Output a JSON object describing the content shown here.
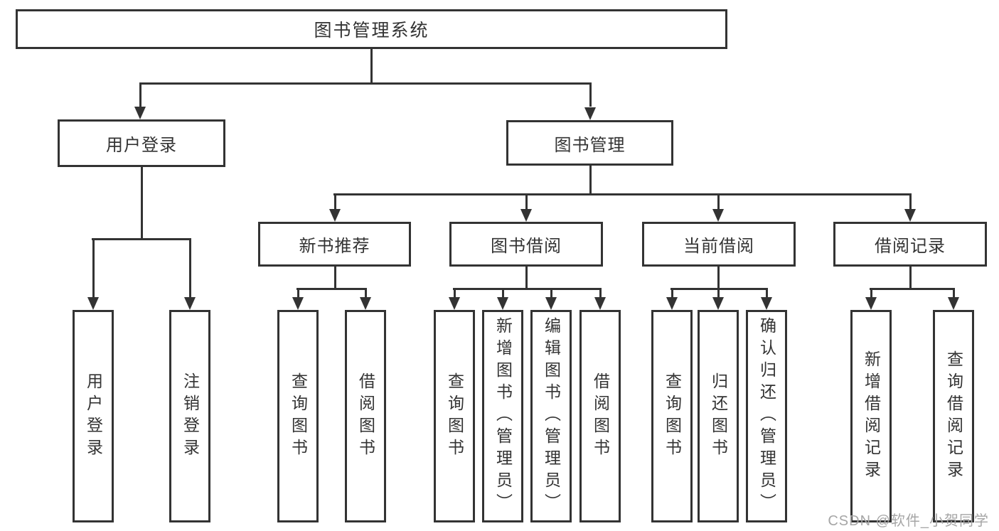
{
  "diagram": {
    "root": {
      "label": "图书管理系统"
    },
    "branches": [
      {
        "label": "用户登录",
        "children": [
          {
            "label": "用户登录"
          },
          {
            "label": "注销登录"
          }
        ]
      },
      {
        "label": "图书管理",
        "children": [
          {
            "label": "新书推荐",
            "children": [
              {
                "label": "查询图书"
              },
              {
                "label": "借阅图书"
              }
            ]
          },
          {
            "label": "图书借阅",
            "children": [
              {
                "label": "查询图书"
              },
              {
                "label": "新增图书（管理员）"
              },
              {
                "label": "编辑图书（管理员）"
              },
              {
                "label": "借阅图书"
              }
            ]
          },
          {
            "label": "当前借阅",
            "children": [
              {
                "label": "查询图书"
              },
              {
                "label": "归还图书"
              },
              {
                "label": "确认归还（管理员）"
              }
            ]
          },
          {
            "label": "借阅记录",
            "children": [
              {
                "label": "新增借阅记录"
              },
              {
                "label": "查询借阅记录"
              }
            ]
          }
        ]
      }
    ],
    "watermark": {
      "text": "CSDN @软件_小贺同学"
    },
    "theme": {
      "line": "#333333",
      "text": "#333333",
      "box_background": "#ffffff",
      "page_background": "#ffffff",
      "watermark": "#a6a6a6"
    }
  }
}
